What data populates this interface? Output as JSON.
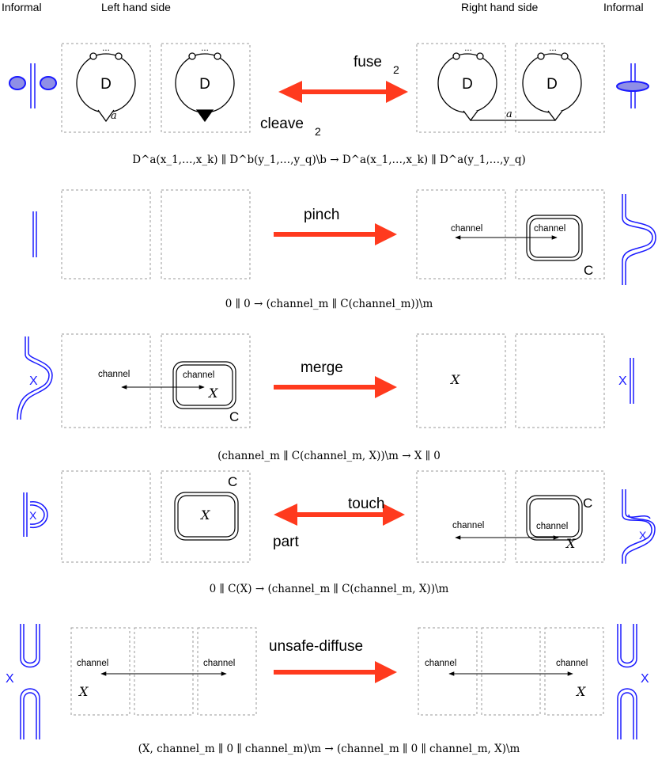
{
  "header": {
    "informal_left": "Informal",
    "left_hand_side": "Left hand side",
    "right_hand_side": "Right hand side",
    "informal_right": "Informal"
  },
  "rules": [
    {
      "name": "fuse",
      "top_label": "fuse",
      "top_sub": "2",
      "bottom_label": "cleave",
      "bottom_sub": "2",
      "d_label": "D",
      "dots": "...",
      "port": "a",
      "formula": "D^a(x_1,…,x_k) ∥ D^b(y_1,…,y_q)\\b → D^a(x_1,…,x_k) ∥ D^a(y_1,…,y_q)"
    },
    {
      "name": "pinch",
      "label": "pinch",
      "channel": "channel",
      "compartment": "C",
      "formula": "0 ∥ 0 → (channel_m ∥ C(channel_m))\\m"
    },
    {
      "name": "merge",
      "label": "merge",
      "channel": "channel",
      "compartment": "C",
      "var": "X",
      "formula": "(channel_m ∥ C(channel_m, X))\\m → X ∥ 0"
    },
    {
      "name": "touch",
      "top_label": "touch",
      "bottom_label": "part",
      "channel": "channel",
      "compartment": "C",
      "var": "X",
      "formula": "0 ∥ C(X) → (channel_m ∥ C(channel_m, X))\\m"
    },
    {
      "name": "unsafe-diffuse",
      "label": "unsafe-diffuse",
      "channel": "channel",
      "var": "X",
      "formula": "(X, channel_m ∥ 0 ∥ channel_m)\\m → (channel_m ∥ 0 ∥ channel_m, X)\\m"
    }
  ],
  "colors": {
    "arrow": "#ff3a1e",
    "informal": "#1a1aff",
    "informal_fill": "#8f8fe6",
    "box": "#999999"
  }
}
